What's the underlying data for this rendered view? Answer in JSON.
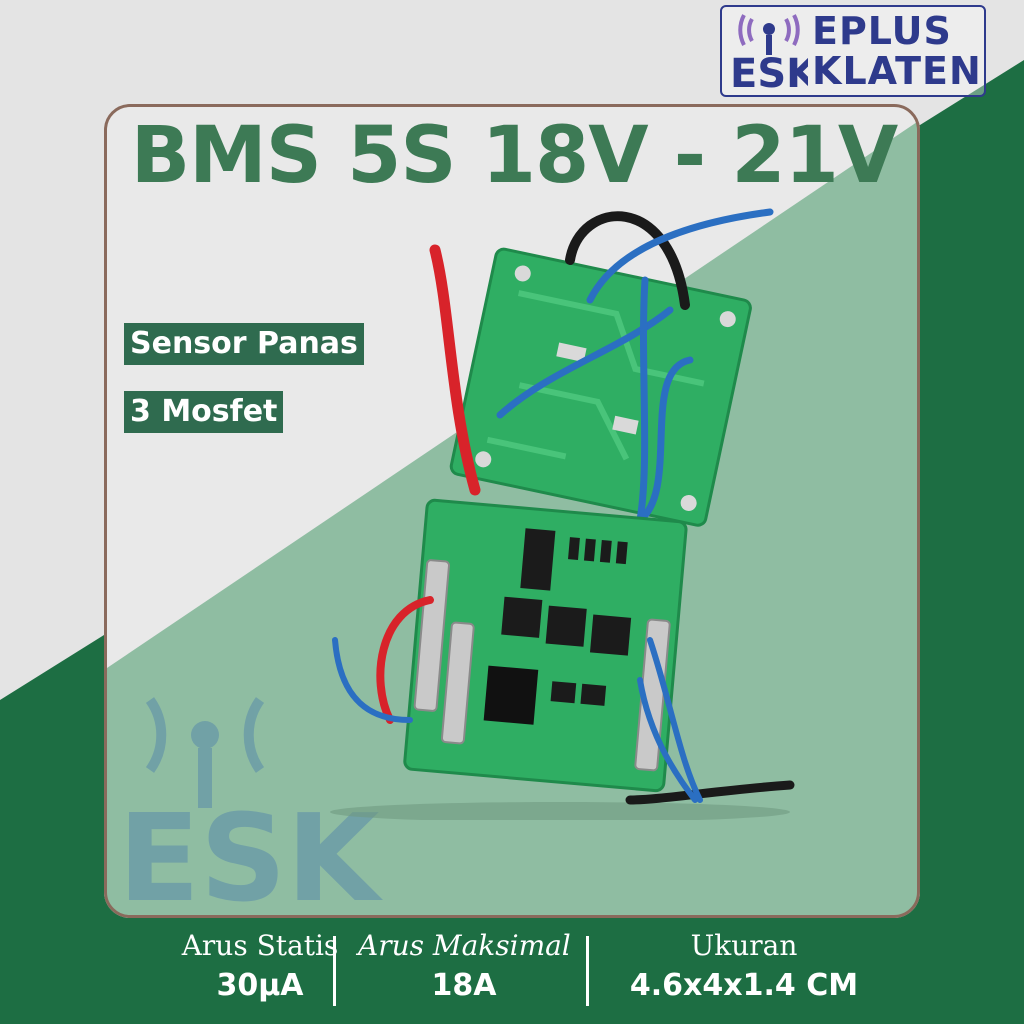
{
  "brand": {
    "line1": "EPLUS",
    "line2": "KLATEN",
    "color": "#2e3a8c"
  },
  "title": "BMS 5S 18V - 21V",
  "features": [
    "Sensor Panas",
    "3 Mosfet"
  ],
  "specs": [
    {
      "label": "Arus Statis",
      "value": "30μA"
    },
    {
      "label": "Arus Maksimal",
      "value": "18A"
    },
    {
      "label": "Ukuran",
      "value": "4.6x4x1.4 CM"
    }
  ],
  "colors": {
    "green_dark": "#1d6e43",
    "green_light": "#8cbba0",
    "title": "#3d7a55",
    "tag_bg": "#2f6b4f",
    "pcb": "#2aa85e"
  }
}
